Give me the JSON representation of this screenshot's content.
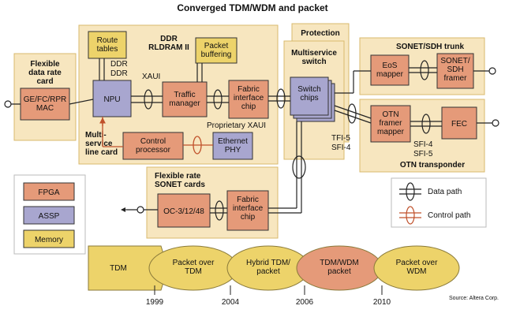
{
  "title": "Converged TDM/WDM and packet",
  "colors": {
    "card_bg": "#f7e6bf",
    "card_border": "#d8b96d",
    "fpga": "#e59a79",
    "assp": "#a8a6cf",
    "memory": "#edd36a",
    "line": "#222222",
    "control": "#c0502a"
  },
  "cards": {
    "flexible_data": "Flexible data rate card",
    "multiservice_line": "Multi- service line card",
    "ddr_rldram": "DDR RLDRAM II",
    "protection": "Protection",
    "multiservice_switch": "Multiservice switch",
    "sonet_trunk": "SONET/SDH trunk",
    "otn_transponder": "OTN transponder",
    "flexible_sonet": "Flexible rate SONET cards"
  },
  "blocks": {
    "ge_mac": "GE/FC/RPR MAC",
    "route_tables": "Route tables",
    "packet_buffering": "Packet buffering",
    "npu": "NPU",
    "traffic_manager": "Traffic manager",
    "fabric_chip_top": "Fabric interface chip",
    "control_processor": "Control processor",
    "ethernet_phy": "Ethernet PHY",
    "switch_chips": "Switch chips",
    "eos_mapper": "EoS mapper",
    "sonet_framer": "SONET/ SDH framer",
    "otn_framer": "OTN framer mapper",
    "fec": "FEC",
    "oc_block": "OC-3/12/48",
    "fabric_chip_bottom": "Fabric interface chip"
  },
  "annotations": {
    "ddr1": "DDR",
    "ddr2": "DDR",
    "xaui": "XAUI",
    "proprietary_xaui": "Proprietary XAUI",
    "tfi5": "TFI-5",
    "sfi4_left": "SFI-4",
    "sfi4_right": "SFI-4",
    "sfi5": "SFI-5"
  },
  "legend": {
    "fpga": "FPGA",
    "assp": "ASSP",
    "memory": "Memory",
    "data_path": "Data path",
    "control_path": "Control path"
  },
  "timeline": {
    "stages": [
      "TDM",
      "Packet over TDM",
      "Hybrid TDM/ packet",
      "TDM/WDM packet",
      "Packet over WDM"
    ],
    "years": [
      "1999",
      "2004",
      "2006",
      "2010"
    ]
  },
  "source": "Source: Altera Corp."
}
